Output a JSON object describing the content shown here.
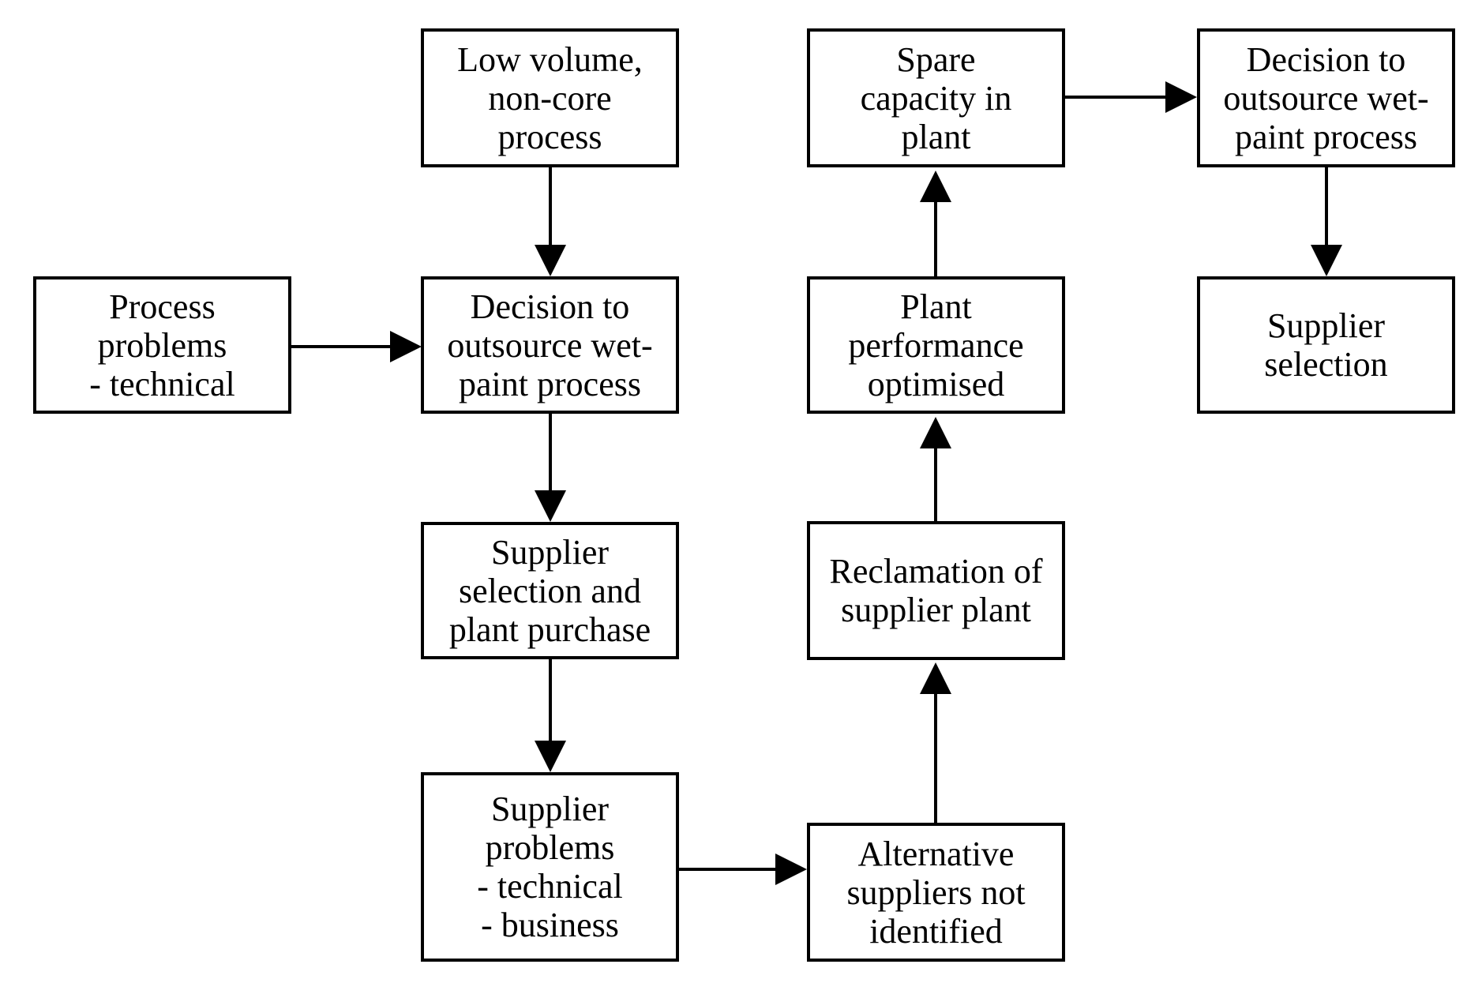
{
  "diagram": {
    "nodes": {
      "low_volume": {
        "lines": [
          "Low volume,",
          "non-core",
          "process"
        ]
      },
      "process_problems": {
        "lines": [
          "Process",
          "problems",
          "- technical"
        ]
      },
      "decision_1": {
        "lines": [
          "Decision to",
          "outsource wet-",
          "paint process"
        ]
      },
      "supplier_selection_purchase": {
        "lines": [
          "Supplier",
          "selection and",
          "plant purchase"
        ]
      },
      "supplier_problems": {
        "lines": [
          "Supplier",
          "problems",
          "- technical",
          "- business"
        ]
      },
      "alternative_suppliers": {
        "lines": [
          "Alternative",
          "suppliers not",
          "identified"
        ]
      },
      "reclamation": {
        "lines": [
          "Reclamation of",
          "supplier plant"
        ]
      },
      "plant_performance": {
        "lines": [
          "Plant",
          "performance",
          "optimised"
        ]
      },
      "spare_capacity": {
        "lines": [
          "Spare",
          "capacity in",
          "plant"
        ]
      },
      "decision_2": {
        "lines": [
          "Decision to",
          "outsource wet-",
          "paint process"
        ]
      },
      "supplier_selection": {
        "lines": [
          "Supplier",
          "selection"
        ]
      }
    },
    "edges": [
      {
        "from": "low_volume",
        "to": "decision_1"
      },
      {
        "from": "process_problems",
        "to": "decision_1"
      },
      {
        "from": "decision_1",
        "to": "supplier_selection_purchase"
      },
      {
        "from": "supplier_selection_purchase",
        "to": "supplier_problems"
      },
      {
        "from": "supplier_problems",
        "to": "alternative_suppliers"
      },
      {
        "from": "alternative_suppliers",
        "to": "reclamation"
      },
      {
        "from": "reclamation",
        "to": "plant_performance"
      },
      {
        "from": "plant_performance",
        "to": "spare_capacity"
      },
      {
        "from": "spare_capacity",
        "to": "decision_2"
      },
      {
        "from": "decision_2",
        "to": "supplier_selection"
      }
    ]
  }
}
